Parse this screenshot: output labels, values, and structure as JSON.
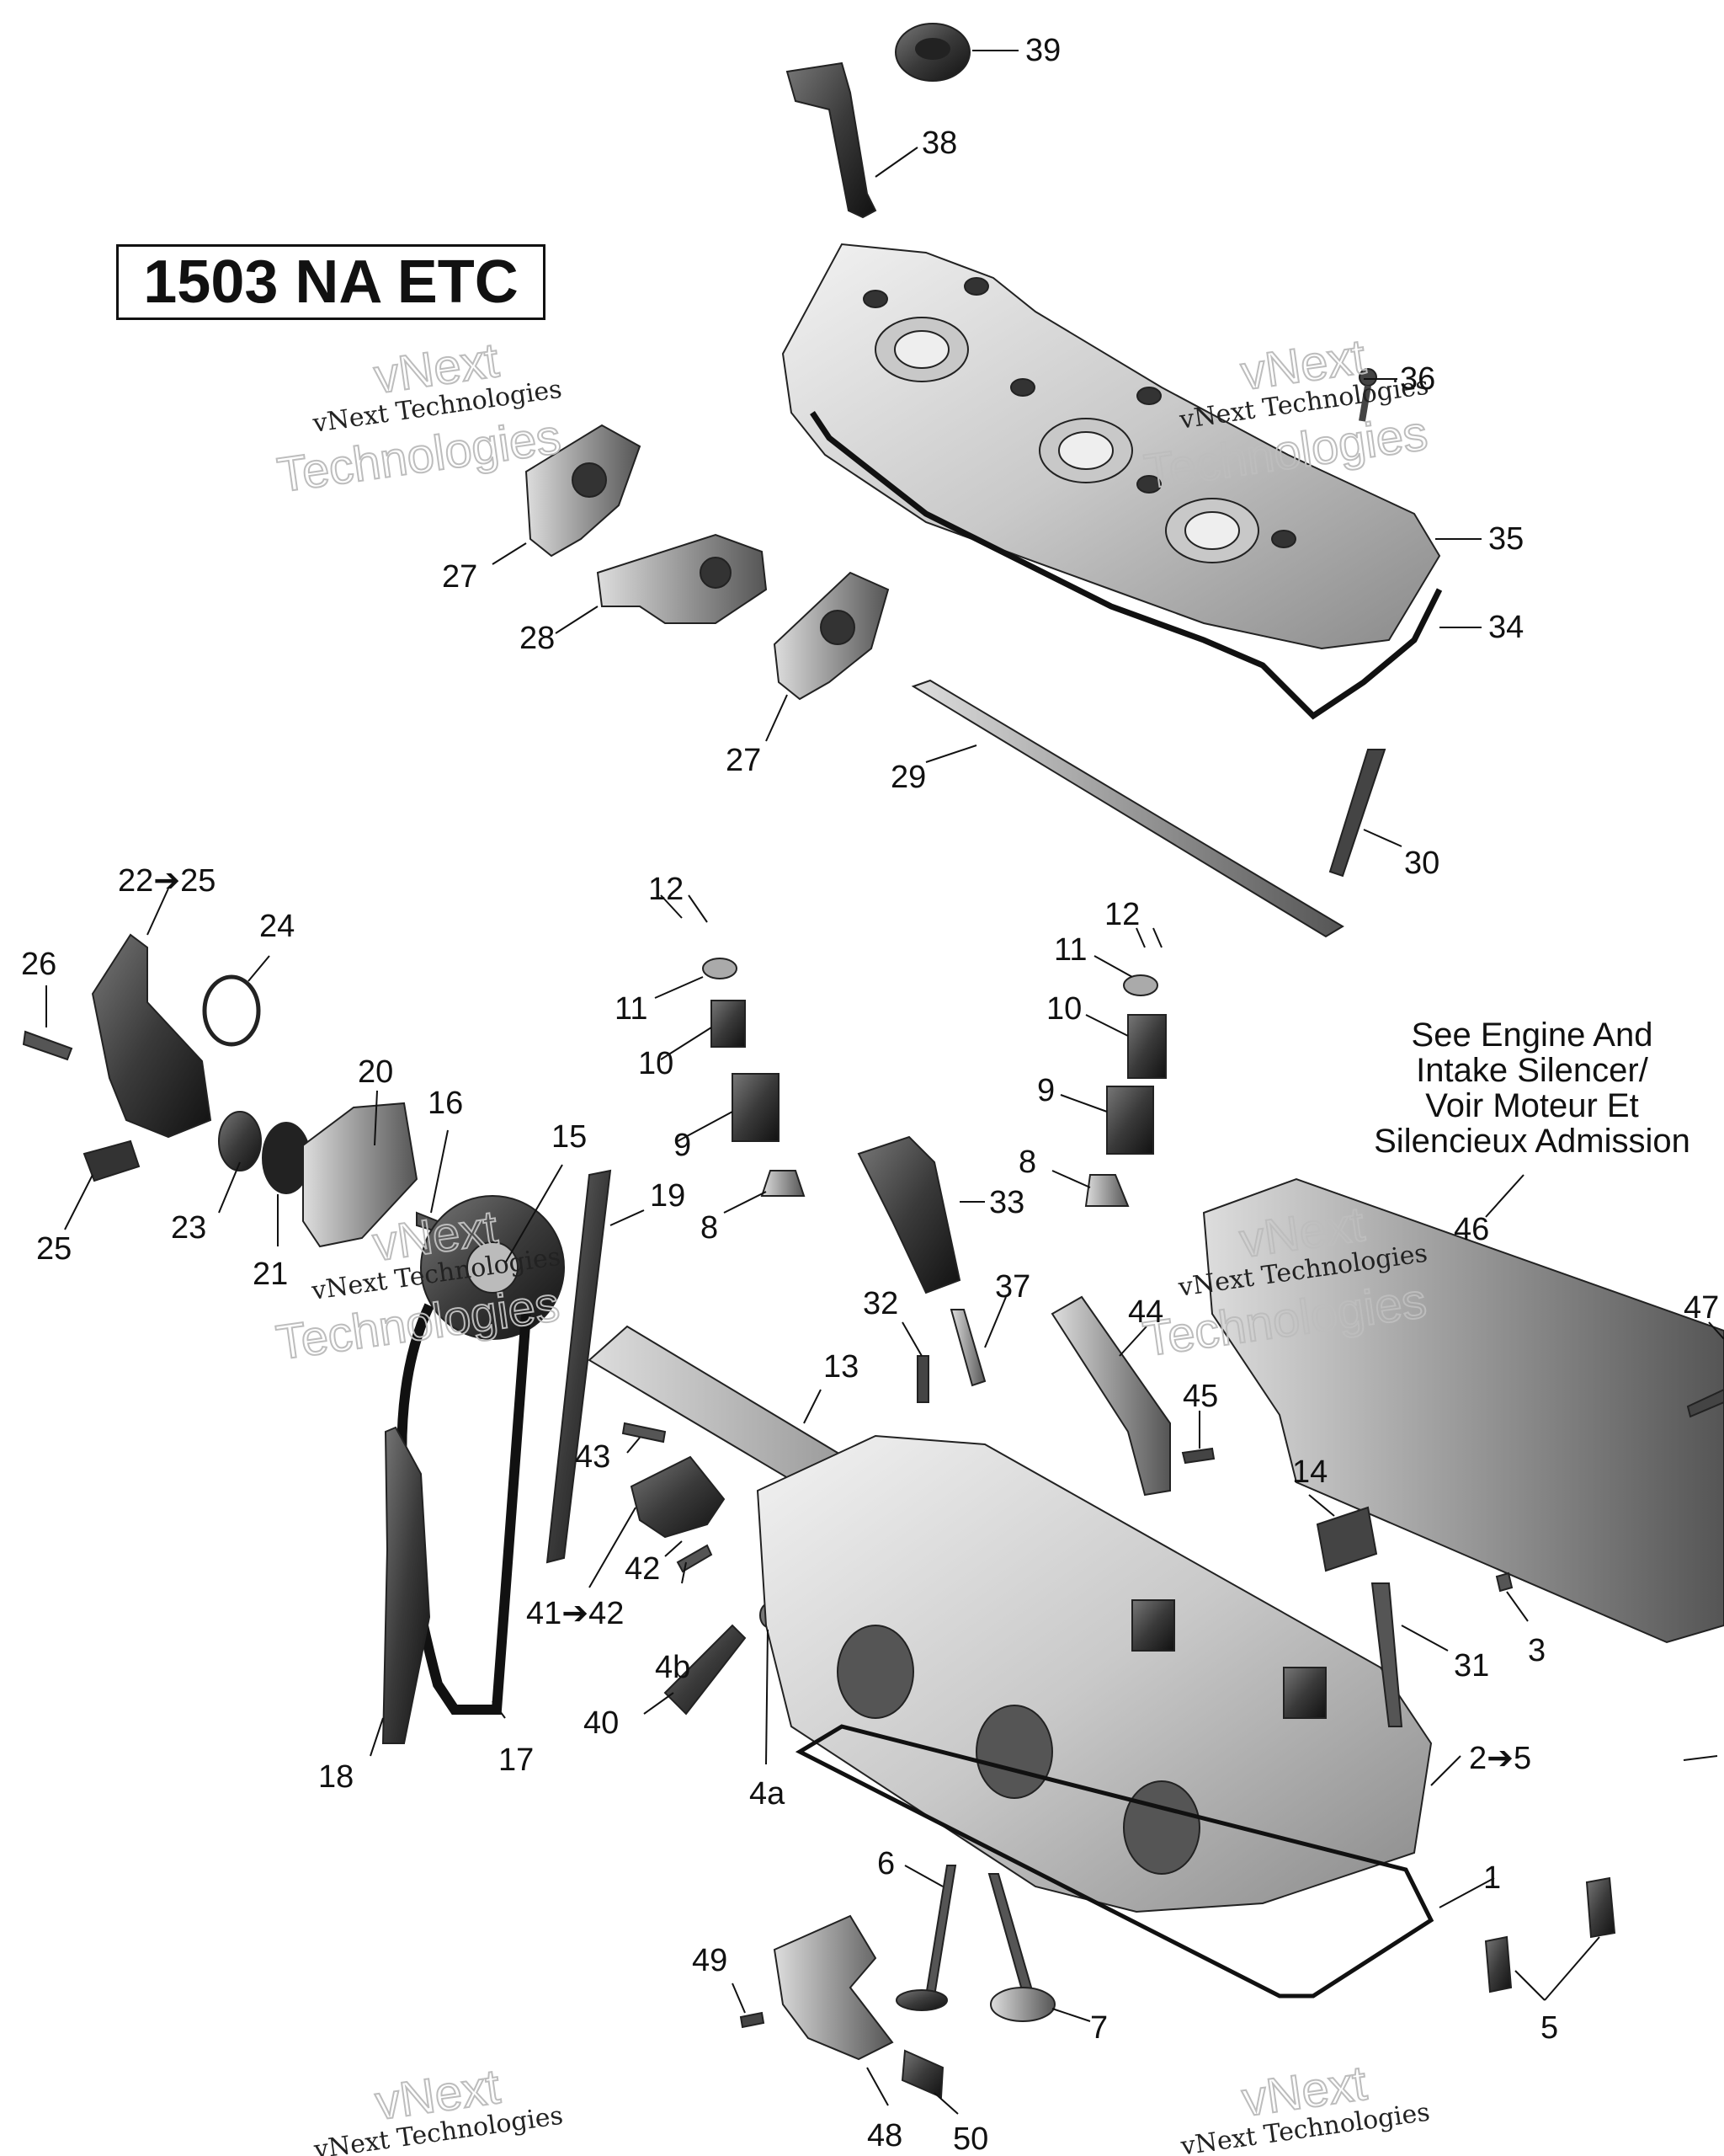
{
  "title": "1503 NA ETC",
  "note_lines": [
    "See Engine And",
    "Intake Silencer/",
    "Voir Moteur Et",
    "Silencieux Admission"
  ],
  "watermark": {
    "small": "vNext Technologies",
    "big_top": "vNext",
    "big_bottom": "Technologies"
  },
  "callouts": [
    {
      "id": "c1",
      "text": "1"
    },
    {
      "id": "c2",
      "text": "2➔5"
    },
    {
      "id": "c3",
      "text": "3"
    },
    {
      "id": "c4a",
      "text": "4a"
    },
    {
      "id": "c4b",
      "text": "4b"
    },
    {
      "id": "c5",
      "text": "5"
    },
    {
      "id": "c6",
      "text": "6"
    },
    {
      "id": "c7",
      "text": "7"
    },
    {
      "id": "c8a",
      "text": "8"
    },
    {
      "id": "c8b",
      "text": "8"
    },
    {
      "id": "c9a",
      "text": "9"
    },
    {
      "id": "c9b",
      "text": "9"
    },
    {
      "id": "c10a",
      "text": "10"
    },
    {
      "id": "c10b",
      "text": "10"
    },
    {
      "id": "c11a",
      "text": "11"
    },
    {
      "id": "c11b",
      "text": "11"
    },
    {
      "id": "c12a",
      "text": "12"
    },
    {
      "id": "c12b",
      "text": "12"
    },
    {
      "id": "c13",
      "text": "13"
    },
    {
      "id": "c14",
      "text": "14"
    },
    {
      "id": "c15",
      "text": "15"
    },
    {
      "id": "c16",
      "text": "16"
    },
    {
      "id": "c17",
      "text": "17"
    },
    {
      "id": "c18",
      "text": "18"
    },
    {
      "id": "c19",
      "text": "19"
    },
    {
      "id": "c20",
      "text": "20"
    },
    {
      "id": "c21",
      "text": "21"
    },
    {
      "id": "c22",
      "text": "22➔25"
    },
    {
      "id": "c23",
      "text": "23"
    },
    {
      "id": "c24",
      "text": "24"
    },
    {
      "id": "c25",
      "text": "25"
    },
    {
      "id": "c26",
      "text": "26"
    },
    {
      "id": "c27a",
      "text": "27"
    },
    {
      "id": "c27b",
      "text": "27"
    },
    {
      "id": "c28",
      "text": "28"
    },
    {
      "id": "c29",
      "text": "29"
    },
    {
      "id": "c30",
      "text": "30"
    },
    {
      "id": "c31",
      "text": "31"
    },
    {
      "id": "c32",
      "text": "32"
    },
    {
      "id": "c33",
      "text": "33"
    },
    {
      "id": "c34",
      "text": "34"
    },
    {
      "id": "c35",
      "text": "35"
    },
    {
      "id": "c36",
      "text": "36"
    },
    {
      "id": "c37",
      "text": "37"
    },
    {
      "id": "c38",
      "text": "38"
    },
    {
      "id": "c39",
      "text": "39"
    },
    {
      "id": "c40",
      "text": "40"
    },
    {
      "id": "c41",
      "text": "41➔42"
    },
    {
      "id": "c42",
      "text": "42"
    },
    {
      "id": "c43",
      "text": "43"
    },
    {
      "id": "c44",
      "text": "44"
    },
    {
      "id": "c45",
      "text": "45"
    },
    {
      "id": "c46",
      "text": "46"
    },
    {
      "id": "c47",
      "text": "47"
    },
    {
      "id": "c48",
      "text": "48"
    },
    {
      "id": "c49",
      "text": "49"
    },
    {
      "id": "c50",
      "text": "50"
    }
  ]
}
